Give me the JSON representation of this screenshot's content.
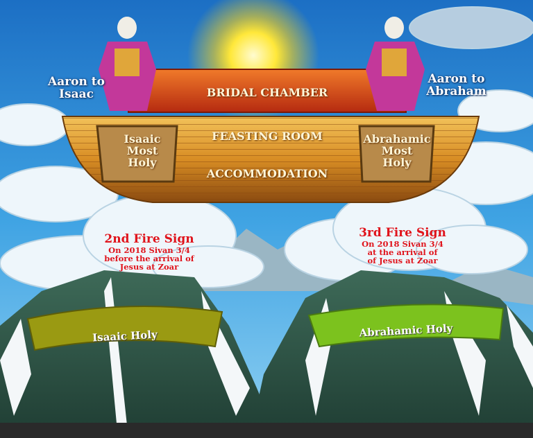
{
  "labels": {
    "aaron_isaac": [
      "Aaron to",
      "Isaac"
    ],
    "aaron_abraham": [
      "Aaron to",
      "Abraham"
    ],
    "bridal_chamber": "BRIDAL CHAMBER",
    "feasting_room": "FEASTING ROOM",
    "accommodation": "ACCOMMODATION",
    "isaaic_most_holy": [
      "Isaaic",
      "Most",
      "Holy"
    ],
    "abrahamic_most_holy": [
      "Abrahamic",
      "Most",
      "Holy"
    ],
    "isaaic_holy": "Isaaic Holy",
    "abrahamic_holy": "Abrahamic Holy"
  },
  "fire_signs": [
    {
      "title": "2nd Fire Sign",
      "lines": [
        "On 2018 Sivan 3/4",
        "before the arrival of",
        "Jesus at Zoar"
      ]
    },
    {
      "title": "3rd Fire Sign",
      "lines": [
        "On 2018 Sivan 3/4",
        "at the arrival of",
        "of Jesus at Zoar"
      ]
    }
  ],
  "colors": {
    "sky": "#2f8fd6",
    "ark": "#c77a1e",
    "chamber": "#d4441a",
    "isaaic_band": "#9a9a12",
    "abrahamic_band": "#7cc21e",
    "fire_text": "#e0141c"
  }
}
